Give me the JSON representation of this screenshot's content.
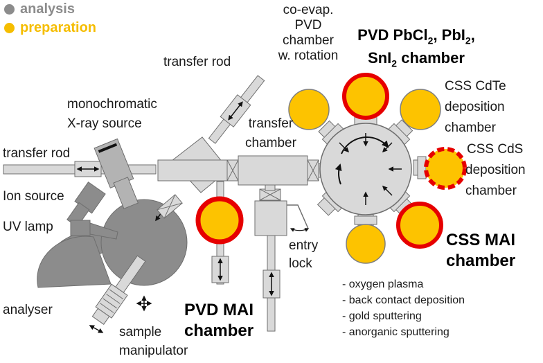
{
  "legend": {
    "analysis": {
      "label": "analysis",
      "color": "#8c8c8c"
    },
    "preparation": {
      "label": "preparation",
      "color": "#f5bd00"
    }
  },
  "labels": {
    "coevap_line1": "co-evap.",
    "coevap_line2": "PVD",
    "coevap_line3": "chamber",
    "coevap_line4": "w. rotation",
    "pvd_pb_line1_a": "PVD PbCl",
    "pvd_pb_sub1": "2",
    "pvd_pb_line1_b": ", PbI",
    "pvd_pb_sub2": "2",
    "pvd_pb_line1_c": ",",
    "pvd_pb_line2_a": "SnI",
    "pvd_pb_sub3": "2",
    "pvd_pb_line2_b": " chamber",
    "transfer_rod_top": "transfer rod",
    "mono_line1": "monochromatic",
    "mono_line2": "X-ray source",
    "transfer_chamber_line1": "transfer",
    "transfer_chamber_line2": "chamber",
    "css_cdte_line1": "CSS CdTe",
    "css_cdte_line2": "deposition",
    "css_cdte_line3": "chamber",
    "css_cds_line1": "CSS CdS",
    "css_cds_line2": "deposition",
    "css_cds_line3": "chamber",
    "transfer_rod_left": "transfer rod",
    "ion_source": "Ion source",
    "uv_lamp": "UV lamp",
    "entry_lock_line1": "entry",
    "entry_lock_line2": "lock",
    "css_mai_line1": "CSS MAI",
    "css_mai_line2": "chamber",
    "analyser": "analyser",
    "pvd_mai_line1": "PVD MAI",
    "pvd_mai_line2": "chamber",
    "sample_line1": "sample",
    "sample_line2": "manipulator"
  },
  "bullets": [
    "- oxygen plasma",
    "- back contact deposition",
    "- gold sputtering",
    "- anorganic sputtering"
  ],
  "colors": {
    "chamber_gray": "#d4d4d4",
    "dark_gray": "#7f7f7f",
    "gold": "#fdc300",
    "red_ring": "#e60000",
    "outline": "#6e6e6e"
  }
}
